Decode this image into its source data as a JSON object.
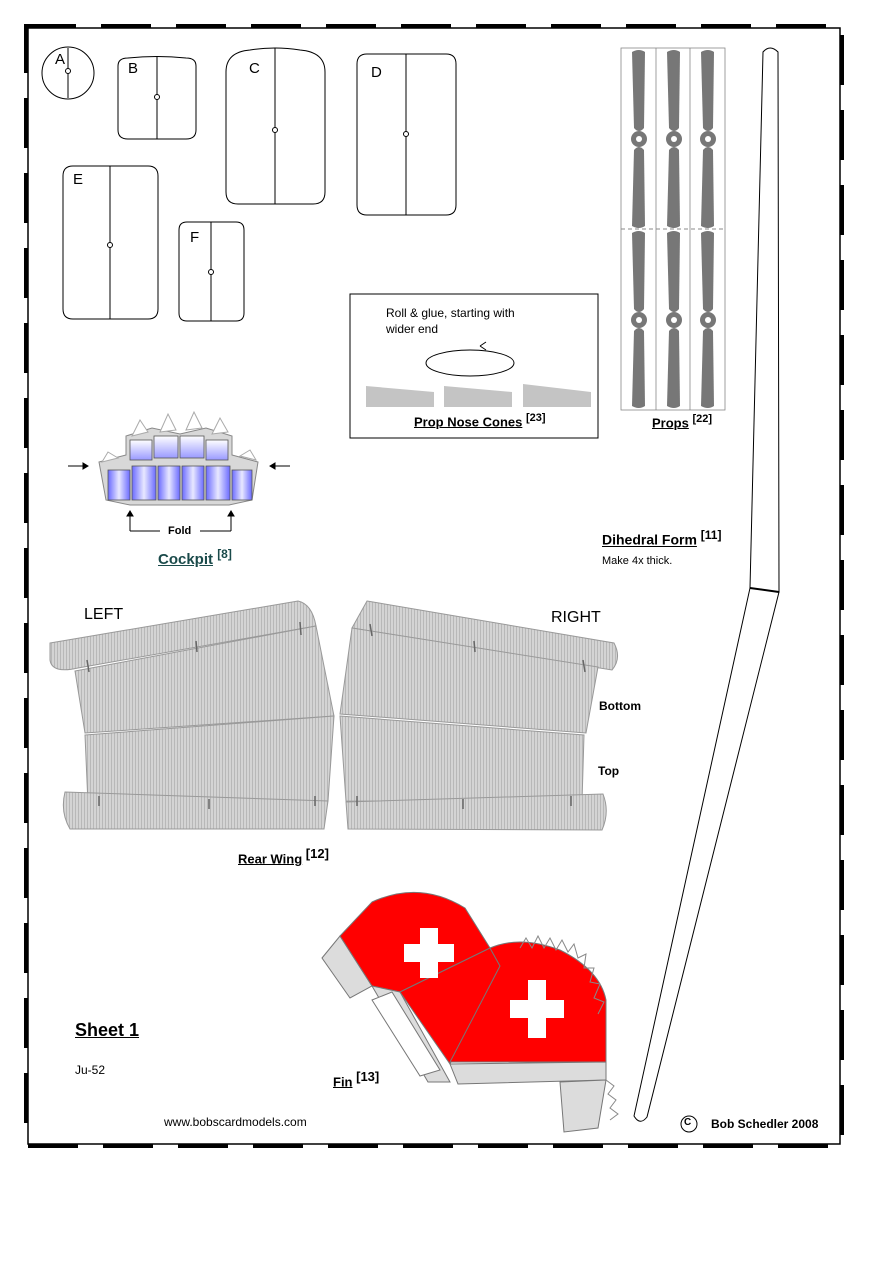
{
  "parts": {
    "a": "A",
    "b": "B",
    "c": "C",
    "d": "D",
    "e": "E",
    "f": "F"
  },
  "prop_nose_cones": {
    "instruction": "Roll & glue, starting with",
    "instruction_line2": "wider end",
    "title": "Prop Nose Cones",
    "ref": "[23]"
  },
  "props": {
    "title": "Props",
    "ref": "[22]"
  },
  "cockpit": {
    "title": "Cockpit",
    "ref": "[8]",
    "fold_label": "Fold"
  },
  "dihedral_form": {
    "title": "Dihedral Form",
    "ref": "[11]",
    "note": "Make 4x thick."
  },
  "rear_wing": {
    "left_label": "LEFT",
    "right_label": "RIGHT",
    "bottom_label": "Bottom",
    "top_label": "Top",
    "title": "Rear Wing",
    "ref": "[12]"
  },
  "fin": {
    "title": "Fin",
    "ref": "[13]"
  },
  "sheet": {
    "title": "Sheet 1",
    "model": "Ju-52"
  },
  "footer": {
    "website": "www.bobscardmodels.com",
    "copyright_symbol": "C",
    "copyright": "Bob Schedler 2008"
  },
  "colors": {
    "fin_red": "#ff0000",
    "fin_grey": "#dcdcdc",
    "wing_grey": "#d0d0d0",
    "prop_grey": "#777777",
    "cockpit_blue": "#8a8aff"
  }
}
